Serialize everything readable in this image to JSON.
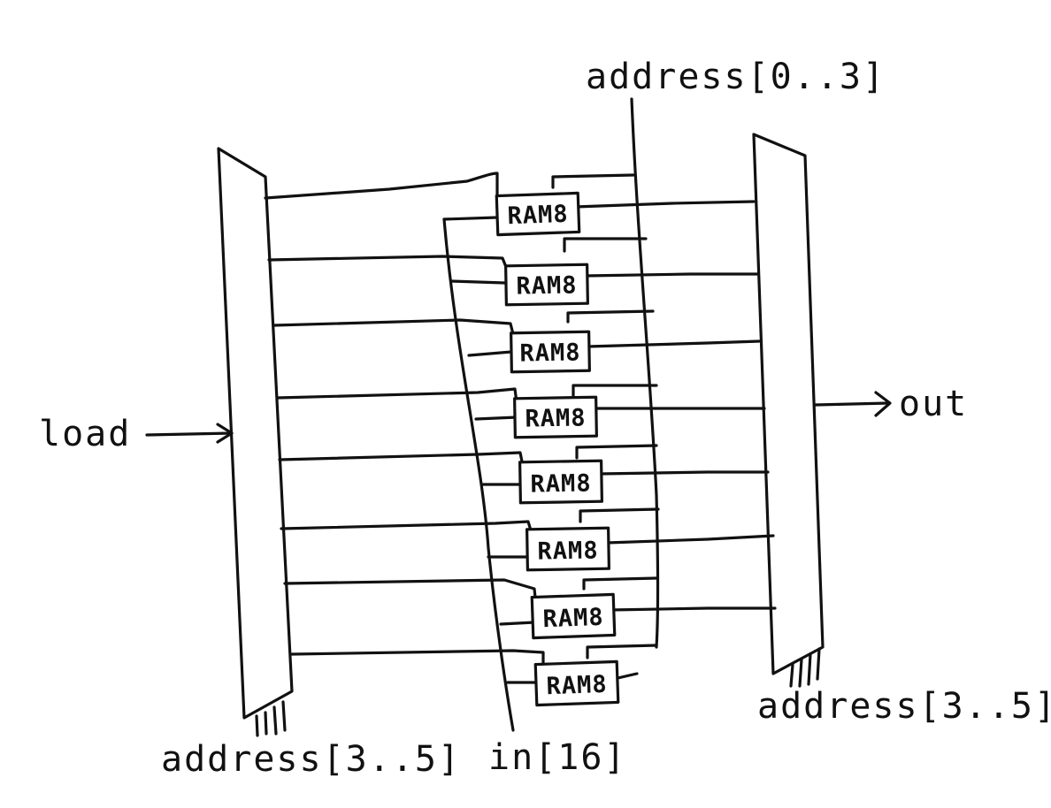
{
  "labels": {
    "load": "load",
    "address_top": "address[0..3]",
    "address_left_bottom": "address[3..5]",
    "address_right_bottom": "address[3..5]",
    "in": "in[16]",
    "out": "out"
  },
  "blocks": {
    "ram_label": "RAM8",
    "ram_count": 8
  },
  "colors": {
    "ink": "#111111",
    "paper": "#ffffff"
  }
}
